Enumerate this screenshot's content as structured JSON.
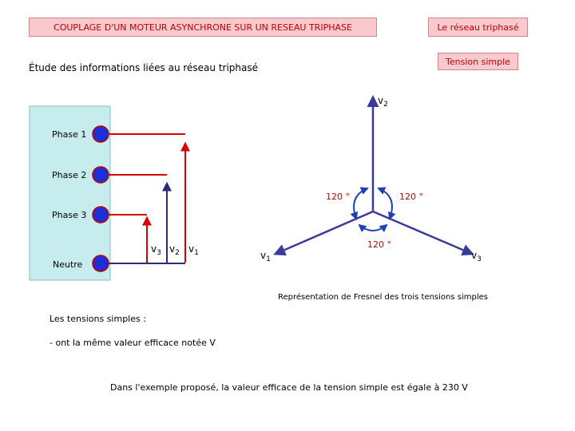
{
  "header": {
    "title": "COUPLAGE D'UN MOTEUR ASYNCHRONE SUR UN RESEAU TRIPHASE",
    "network": "Le réseau triphasé",
    "section": "Tension simple"
  },
  "intro": "Étude des informations liées au réseau triphasé",
  "network_panel": {
    "phases": [
      "Phase 1",
      "Phase 2",
      "Phase 3"
    ],
    "neutral": "Neutre",
    "voltages": [
      {
        "main": "v",
        "sub": "3"
      },
      {
        "main": "v",
        "sub": "2"
      },
      {
        "main": "v",
        "sub": "1"
      }
    ]
  },
  "fresnel": {
    "vectors": [
      {
        "main": "v",
        "sub": "2"
      },
      {
        "main": "v",
        "sub": "1"
      },
      {
        "main": "v",
        "sub": "3"
      }
    ],
    "angles": [
      "120 °",
      "120 °",
      "120 °"
    ],
    "caption": "Représentation de Fresnel des trois tensions simples"
  },
  "notes": {
    "heading": "Les tensions simples :",
    "item1": "- ont la même valeur efficace notée V",
    "conclusion": "Dans l'exemple proposé, la valeur efficace de la tension simple est égale à  230 V"
  },
  "colors": {
    "accent_red": "#c00000",
    "box_fill": "#f9c9cd",
    "panel_fill": "#c6ecee",
    "node_fill": "#1c2fd6",
    "vector_blue": "#3a3a9a",
    "arc_blue": "#1f3fb8",
    "wire_red": "#d80000"
  }
}
